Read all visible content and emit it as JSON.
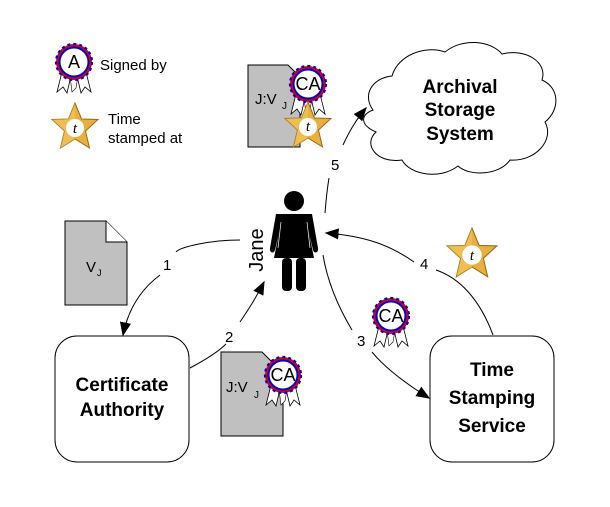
{
  "legend": {
    "signed_by": {
      "icon": "ribbon-seal-icon",
      "seal_letter": "A",
      "label": "Signed by"
    },
    "time_stamped": {
      "icon": "star-icon",
      "star_letter": "t",
      "label_line1": "Time",
      "label_line2": "stamped at"
    }
  },
  "actors": {
    "jane": {
      "icon": "person-icon",
      "label": "Jane"
    },
    "certificate_authority": {
      "line1": "Certificate",
      "line2": "Authority"
    },
    "time_stamping_service": {
      "line1": "Time",
      "line2": "Stamping",
      "line3": "Service"
    },
    "archival_storage": {
      "line1": "Archival",
      "line2": "Storage",
      "line3": "System"
    }
  },
  "documents": {
    "vj": {
      "main": "V",
      "sub": "J"
    },
    "signed_vj": {
      "main": "J:V",
      "sub": "J",
      "seal": "CA"
    },
    "archived_vj": {
      "main": "J:V",
      "sub": "J",
      "seal": "CA",
      "star": "t"
    }
  },
  "steps": [
    {
      "number": "1",
      "from": "Jane",
      "to": "Certificate Authority"
    },
    {
      "number": "2",
      "from": "Certificate Authority",
      "to": "Jane"
    },
    {
      "number": "3",
      "from": "Jane",
      "to": "Time Stamping Service",
      "seal": "CA"
    },
    {
      "number": "4",
      "from": "Time Stamping Service",
      "to": "Jane",
      "star": "t"
    },
    {
      "number": "5",
      "from": "Jane",
      "to": "Archival Storage System"
    }
  ],
  "colors": {
    "star_fill": "#e8b040",
    "star_dark": "#b07818",
    "seal_blue": "#0000cc",
    "seal_red": "#dd0000",
    "doc_fill": "#c0c0c0"
  }
}
